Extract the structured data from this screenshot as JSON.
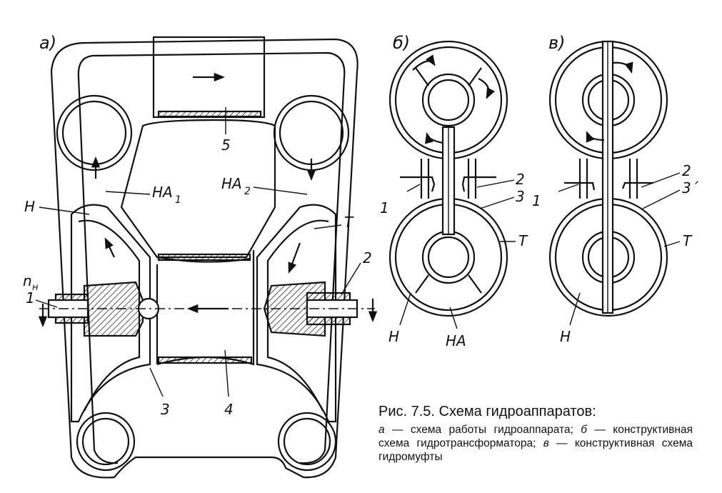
{
  "panels": {
    "a": "а)",
    "b": "б)",
    "c": "в)"
  },
  "labels_a": {
    "H": "Н",
    "NA1": "НА",
    "NA1_sub": "1",
    "NA2": "НА",
    "NA2_sub": "2",
    "T": "Т",
    "n_main": "n",
    "n_sub": "н",
    "n1": "1",
    "n2": "2",
    "n3": "3",
    "n4": "4",
    "n5": "5"
  },
  "labels_b": {
    "n1": "1",
    "n2": "2",
    "n3": "3",
    "T": "Т",
    "H": "Н",
    "NA": "НА"
  },
  "labels_c": {
    "n1": "1",
    "n2": "2",
    "n3": "3´",
    "T": "Т",
    "H": "Н"
  },
  "caption": {
    "title": "Рис. 7.5. Схема гидроаппаратов:",
    "a_key": "а",
    "a_text": " — схема работы гидроаппарата; ",
    "b_key": "б",
    "b_text": " — конструктивная схема гидротрансформатора; ",
    "c_key": "в",
    "c_text": " — конструктивная схема гидромуфты"
  }
}
